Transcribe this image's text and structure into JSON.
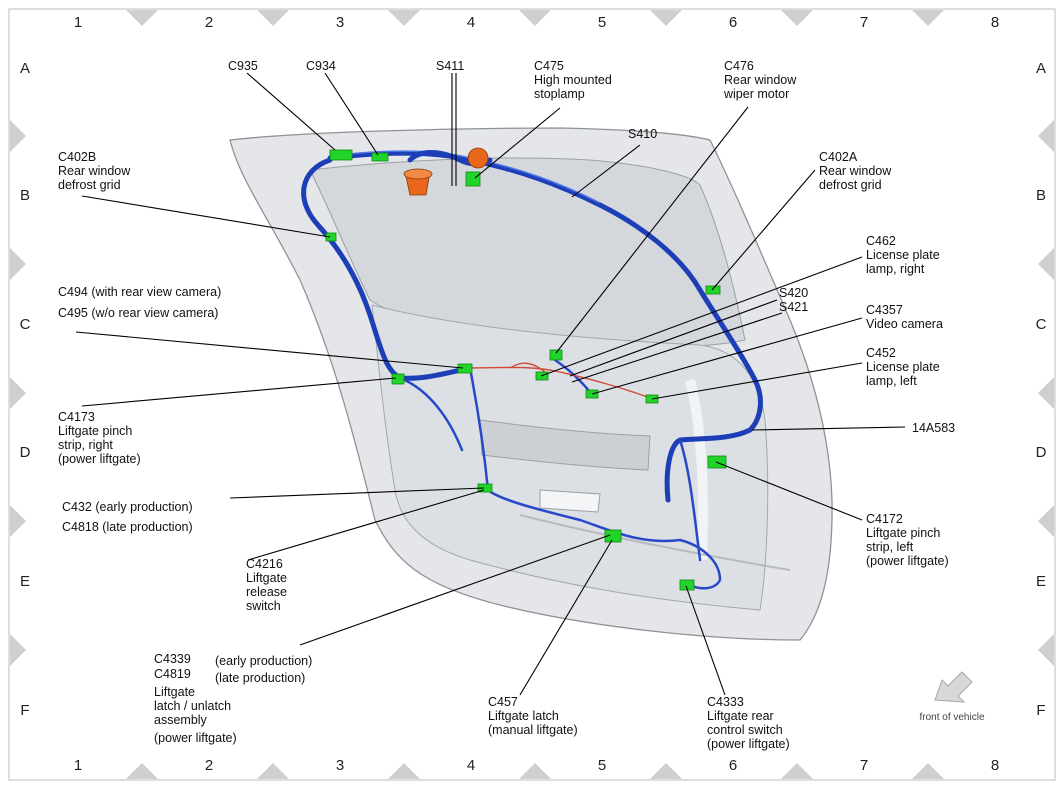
{
  "grid": {
    "columns": [
      "1",
      "2",
      "3",
      "4",
      "5",
      "6",
      "7",
      "8"
    ],
    "rows": [
      "A",
      "B",
      "C",
      "D",
      "E",
      "F"
    ]
  },
  "labels": {
    "c935": "C935",
    "c934": "C934",
    "s411": "S411",
    "c475": [
      "C475",
      "High mounted",
      "stoplamp"
    ],
    "c476": [
      "C476",
      "Rear window",
      "wiper motor"
    ],
    "s410": "S410",
    "c402b": [
      "C402B",
      "Rear window",
      "defrost grid"
    ],
    "c402a": [
      "C402A",
      "Rear window",
      "defrost grid"
    ],
    "c462": [
      "C462",
      "License plate",
      "lamp, right"
    ],
    "s420_s421": [
      "S420",
      "S421"
    ],
    "c4357": [
      "C4357",
      "Video camera"
    ],
    "c452": [
      "C452",
      "License plate",
      "lamp, left"
    ],
    "c494": "C494  (with rear view camera)",
    "c495": "C495  (w/o rear view camera)",
    "c4173": [
      "C4173",
      "Liftgate pinch",
      "strip, right",
      "(power liftgate)"
    ],
    "h14a583": "14A583",
    "c432": "C432    (early production)",
    "c4818": "C4818  (late production)",
    "c4216": [
      "C4216",
      "Liftgate",
      "release",
      "switch"
    ],
    "c4172": [
      "C4172",
      "Liftgate pinch",
      "strip, left",
      "(power liftgate)"
    ],
    "c4339": "C4339",
    "c4339_note": "(early production)",
    "c4819": "C4819",
    "c4819_note": "(late production)",
    "c4339_desc": [
      "Liftgate",
      "latch / unlatch",
      "assembly",
      "(power liftgate)"
    ],
    "c457": [
      "C457",
      "Liftgate latch",
      "(manual liftgate)"
    ],
    "c4333": [
      "C4333",
      "Liftgate rear",
      "control switch",
      "(power liftgate)"
    ],
    "front_of_vehicle": "front of vehicle"
  },
  "colors": {
    "harness": "#1c3fb8",
    "connector": "#22d42a",
    "orange_part": "#e8671b",
    "body_panel": "#e4e6e9",
    "frame_triangle": "#cfcfcf"
  },
  "icons": {
    "front_arrow": "front-of-vehicle-arrow-icon"
  }
}
